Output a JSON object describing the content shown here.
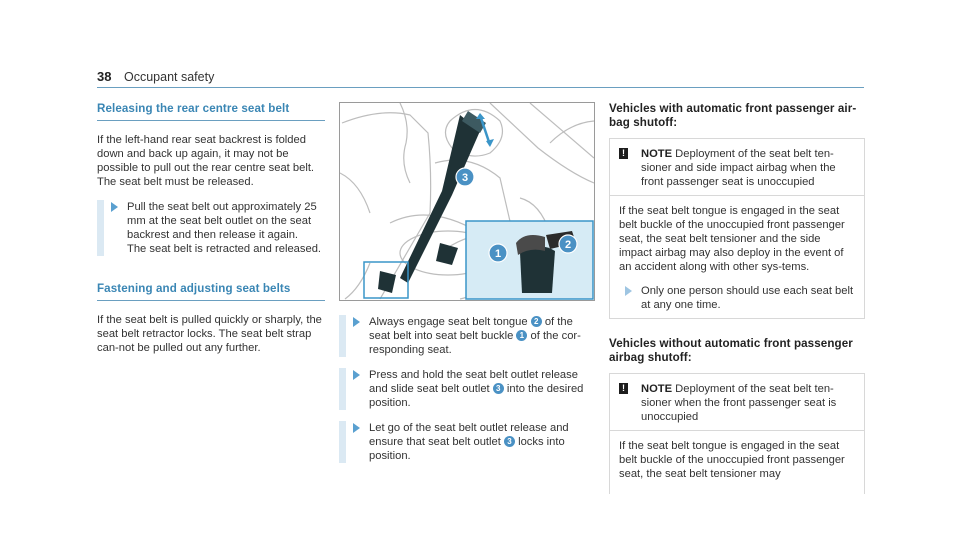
{
  "header": {
    "page_number": "38",
    "section": "Occupant safety"
  },
  "col1": {
    "heading1": "Releasing the rear centre seat belt",
    "para1": "If the left-hand rear seat backrest is folded down and back up again, it may not be possible to pull out the rear centre seat belt. The seat belt must be released.",
    "step1": "Pull the seat belt out approximately 25 mm at the seat belt outlet on the seat backrest and then release it again.",
    "step1_result": "The seat belt is retracted and released.",
    "heading2": "Fastening and adjusting seat belts",
    "para2": "If the seat belt is pulled quickly or sharply, the seat belt retractor locks. The seat belt strap can-not be pulled out any further."
  },
  "figure": {
    "callouts": [
      "1",
      "2",
      "3"
    ]
  },
  "col2": {
    "steps": [
      {
        "a": "Always engage seat belt tongue ",
        "n1": "2",
        "b": " of the seat belt into seat belt buckle ",
        "n2": "1",
        "c": " of the cor-responding seat."
      },
      {
        "a": "Press and hold the seat belt outlet release and slide seat belt outlet ",
        "n1": "3",
        "b": " into the desired position."
      },
      {
        "a": "Let go of the seat belt outlet release and ensure that seat belt outlet ",
        "n1": "3",
        "b": " locks into position."
      }
    ]
  },
  "col3": {
    "heading1": "Vehicles with automatic front passenger air-bag shutoff:",
    "note1_label": "NOTE",
    "note1_text": " Deployment of the seat belt ten-sioner and side impact airbag when the front passenger seat is unoccupied",
    "note1_body": "If the seat belt tongue is engaged in the seat belt buckle of the unoccupied front passenger seat, the seat belt tensioner and the side impact airbag may also deploy in the event of an accident along with other sys-tems.",
    "note1_bullet": "Only one person should use each seat belt at any one time.",
    "heading2": "Vehicles without automatic front passenger airbag shutoff:",
    "note2_label": "NOTE",
    "note2_text": " Deployment of the seat belt ten-sioner when the front passenger seat is unoccupied",
    "note2_body": "If the seat belt tongue is engaged in the seat belt buckle of the unoccupied front passenger seat, the seat belt tensioner may"
  }
}
